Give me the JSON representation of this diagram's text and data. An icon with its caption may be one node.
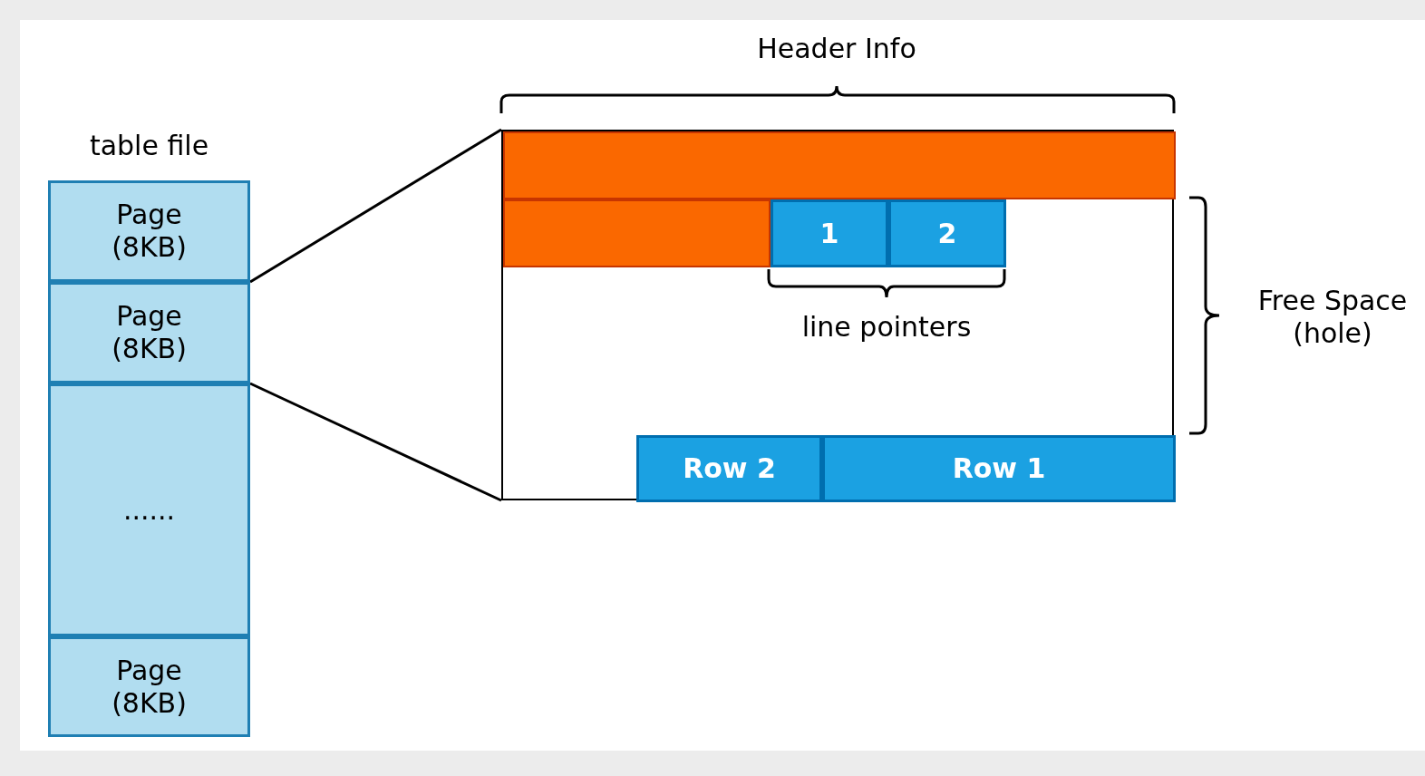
{
  "diagram": {
    "nodes": [
      {
        "text": [
          "table file"
        ]
      },
      {
        "text": [
          "Page (8KB)"
        ],
        "in": 0
      },
      {
        "text": [
          "Page (8KB)"
        ],
        "in": 0
      },
      {
        "text": [
          "......"
        ],
        "in": 0
      },
      {
        "text": [
          "Page (8KB)"
        ],
        "in": 0
      },
      {
        "text": [],
        "shape": "box"
      },
      {
        "text": [],
        "shape": "bar",
        "in": 5
      },
      {
        "text": [],
        "shape": "bar",
        "in": 5
      },
      {
        "text": [
          "1"
        ],
        "in": 5
      },
      {
        "text": [
          "2"
        ],
        "in": 5
      },
      {
        "text": [
          "Row 2"
        ],
        "in": 5
      },
      {
        "text": [
          "Row 1"
        ],
        "in": 5
      }
    ],
    "edges": [
      {
        "from": 2,
        "to": 5,
        "arrow": "none"
      },
      {
        "from": 2,
        "to": 5,
        "arrow": "none"
      }
    ],
    "labels": [
      "Header Info",
      "line pointers",
      "Free Space (hole)"
    ]
  }
}
